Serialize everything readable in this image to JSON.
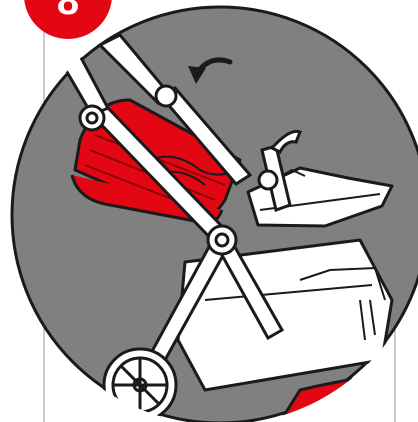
{
  "step": {
    "number": "8",
    "badge_color": "#e30613"
  },
  "illustration": {
    "subject": "stroller",
    "background_color": "#808080",
    "accent_color": "#e30613",
    "line_color": "#1a1a1a",
    "arrow_direction": "counter-clockwise",
    "arrow_icon": "fold-arrow-icon"
  }
}
